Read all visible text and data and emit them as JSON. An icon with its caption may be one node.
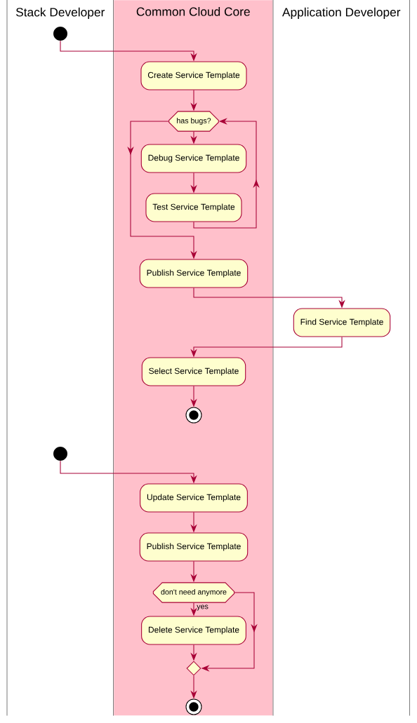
{
  "diagram": {
    "nodes": [
      {
        "text": [
          "Stack Developer"
        ]
      },
      {
        "text": [
          "Common Cloud Core"
        ]
      },
      {
        "text": [
          "Application Developer"
        ]
      },
      {
        "text": [],
        "shape": "circle",
        "in": 0
      },
      {
        "text": [
          "Create Service Template"
        ],
        "in": 1
      },
      {
        "text": [
          "has bugs?"
        ],
        "in": 1
      },
      {
        "text": [
          "Debug Service Template"
        ],
        "in": 1
      },
      {
        "text": [
          "Test Service Template"
        ],
        "in": 1
      },
      {
        "text": [
          "Publish Service Template"
        ],
        "in": 1
      },
      {
        "text": [
          "Find Service Template"
        ],
        "in": 2
      },
      {
        "text": [
          "Select Service Template"
        ],
        "in": 1
      },
      {
        "text": [],
        "shape": "circle",
        "in": 1
      },
      {
        "text": [],
        "shape": "circle",
        "in": 0
      },
      {
        "text": [
          "Update Service Template"
        ],
        "in": 1
      },
      {
        "text": [
          "Publish Service Template"
        ],
        "in": 1
      },
      {
        "text": [
          "don't need anymore"
        ],
        "in": 1
      },
      {
        "text": [
          "Delete Service Template"
        ],
        "in": 1
      },
      {
        "text": [],
        "shape": "diamond",
        "in": 1
      },
      {
        "text": [],
        "shape": "circle",
        "in": 1
      }
    ],
    "edges": [
      {
        "from": 3,
        "to": 4,
        "arrow": "to"
      },
      {
        "from": 4,
        "to": 5,
        "arrow": "to"
      },
      {
        "from": 5,
        "to": 6,
        "arrow": "to"
      },
      {
        "from": 6,
        "to": 7,
        "arrow": "to"
      },
      {
        "from": 7,
        "to": 5,
        "arrow": "to"
      },
      {
        "from": 5,
        "to": 8,
        "arrow": "to"
      },
      {
        "from": 8,
        "to": 9,
        "arrow": "to"
      },
      {
        "from": 9,
        "to": 10,
        "arrow": "to"
      },
      {
        "from": 10,
        "to": 11,
        "arrow": "to"
      },
      {
        "from": 12,
        "to": 13,
        "arrow": "to"
      },
      {
        "from": 13,
        "to": 14,
        "arrow": "to"
      },
      {
        "from": 14,
        "to": 15,
        "arrow": "to"
      },
      {
        "from": 15,
        "to": 16,
        "arrow": "to",
        "label": "yes"
      },
      {
        "from": 15,
        "to": 17,
        "arrow": "to"
      },
      {
        "from": 16,
        "to": 17,
        "arrow": "to"
      },
      {
        "from": 17,
        "to": 18,
        "arrow": "to"
      }
    ]
  }
}
